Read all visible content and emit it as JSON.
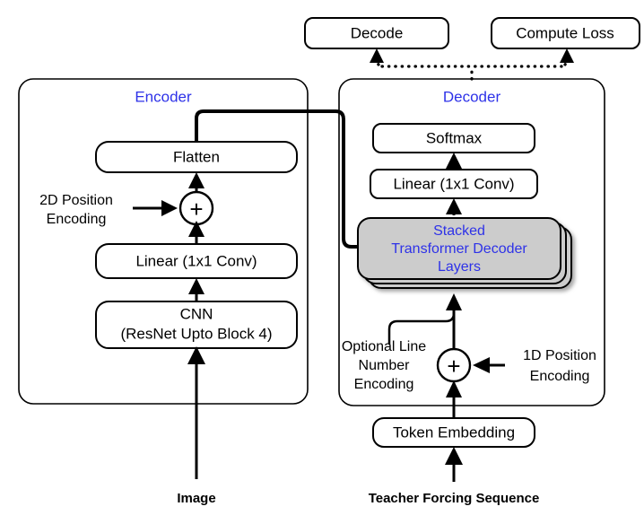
{
  "diagram": {
    "title_hidden": "Image-to-Markup Encoder-Decoder Architecture",
    "colors": {
      "accent_blue": "#2E32E8",
      "stack_gray": "#CCCCCC",
      "stroke": "#000000",
      "background": "#FFFFFF"
    },
    "top_nodes": [
      {
        "id": "decode",
        "label": "Decode"
      },
      {
        "id": "compute_loss",
        "label": "Compute Loss"
      }
    ],
    "encoder": {
      "label": "Encoder",
      "nodes": [
        {
          "id": "flatten",
          "label": "Flatten"
        },
        {
          "id": "enc_linear",
          "label": "Linear (1x1 Conv)"
        },
        {
          "id": "cnn_line1",
          "label": "CNN"
        },
        {
          "id": "cnn_line2",
          "label": "(ResNet Upto Block 4)"
        }
      ],
      "side_inputs": [
        {
          "id": "pos2d",
          "line1": "2D Position",
          "line2": "Encoding"
        }
      ],
      "operators": [
        {
          "id": "enc_add",
          "symbol": "+"
        }
      ],
      "input_label": "Image"
    },
    "decoder": {
      "label": "Decoder",
      "nodes": [
        {
          "id": "softmax",
          "label": "Softmax"
        },
        {
          "id": "dec_linear",
          "label": "Linear (1x1 Conv)"
        },
        {
          "id": "token_embedding",
          "label": "Token Embedding"
        }
      ],
      "stacked_block": {
        "id": "stacked_transformer_decoder_layers",
        "line1": "Stacked",
        "line2": "Transformer Decoder",
        "line3": "Layers",
        "layer_count": 3
      },
      "side_inputs": [
        {
          "id": "optional_line_number",
          "line1": "Optional Line",
          "line2": "Number",
          "line3": "Encoding"
        },
        {
          "id": "pos1d",
          "line1": "1D Position",
          "line2": "Encoding"
        }
      ],
      "operators": [
        {
          "id": "dec_add",
          "symbol": "+"
        }
      ],
      "input_label": "Teacher Forcing Sequence"
    }
  }
}
